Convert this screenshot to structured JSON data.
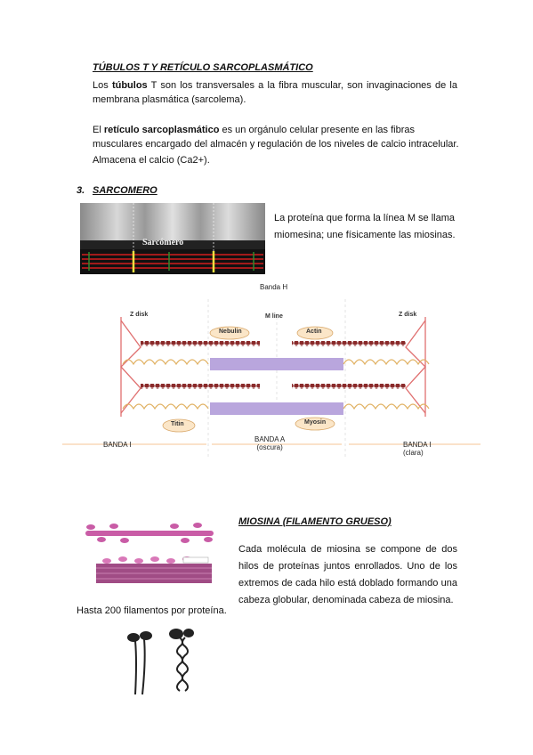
{
  "section_tubulos": {
    "heading": "TÚBULOS T Y RETÍCULO SARCOPLASMÁTICO",
    "p1_prefix": "Los ",
    "p1_bold": "túbulos",
    "p1_rest": " T son los transversales a la fibra muscular, son invaginaciones de la membrana plasmática (sarcolema).",
    "p2_prefix": "El ",
    "p2_bold": "retículo sarcoplasmático",
    "p2_rest": " es un orgánulo celular presente en las fibras musculares encargado del almacén y regulación de los niveles de calcio intracelular.",
    "p3": "Almacena el calcio (Ca2+)."
  },
  "section_sarcomero": {
    "number": "3.",
    "heading": "SARCOMERO",
    "micrograph_label": "Sarcómero",
    "text": "La proteína que forma la línea M se llama miomesina; une físicamente las miosinas."
  },
  "diagram": {
    "banda_h": "Banda H",
    "z_disk_left": "Z disk",
    "z_disk_right": "Z disk",
    "m_line": "M line",
    "nebulin": "Nebulin",
    "actin": "Actin",
    "titin": "Titin",
    "myosin": "Myosin",
    "banda_i_left": "BANDA I",
    "banda_a": "BANDA A",
    "banda_a_sub": "(oscura)",
    "banda_i_right": "BANDA I",
    "banda_i_right_sub": "(clara)"
  },
  "section_miosina": {
    "heading": "MIOSINA (FILAMENTO GRUESO)",
    "text": "Cada molécula de miosina se compone de dos hilos de proteínas juntos enrollados. Uno de los extremos de cada hilo está doblado formando una cabeza globular, denominada cabeza de miosina.",
    "caption": "Hasta 200 filamentos por proteína."
  }
}
